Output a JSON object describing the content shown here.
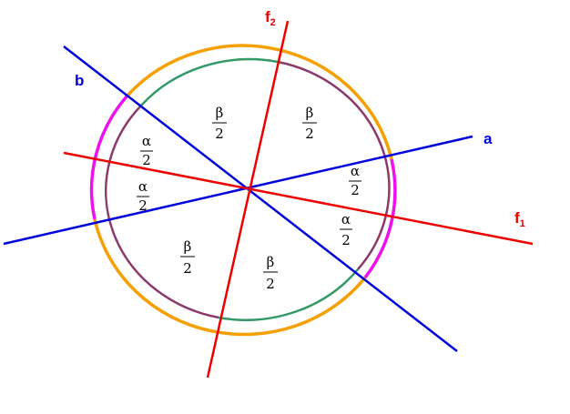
{
  "labels": {
    "line_a": "a",
    "line_b": "b",
    "bisector_1": "f",
    "bisector_1_sub": "1",
    "bisector_2": "f",
    "bisector_2_sub": "2",
    "alpha": "α",
    "beta": "β",
    "denominator": "2"
  },
  "colors": {
    "line_a": "#0000dd",
    "line_b": "#0000dd",
    "bisectors": "#ee0000",
    "outer_arc_orange": "#f5a000",
    "outer_arc_magenta": "#ee11ee",
    "inner_arc_green": "#339966",
    "inner_arc_purple": "#8b3a6b",
    "text": "#000000"
  }
}
